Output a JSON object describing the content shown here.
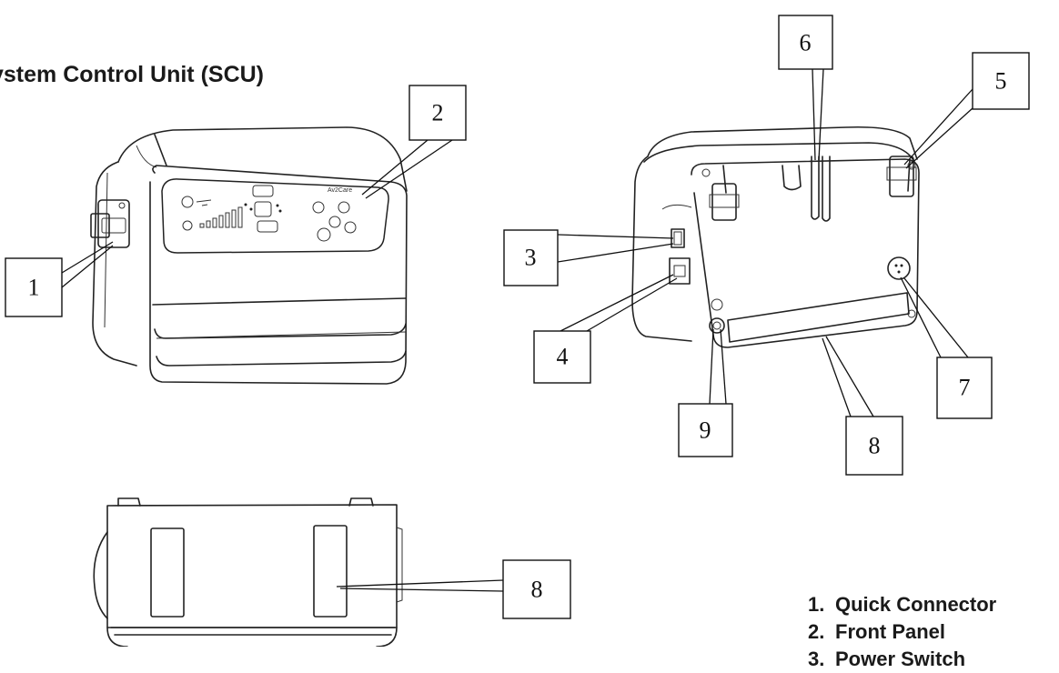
{
  "title": "ystem Control Unit (SCU)",
  "front_panel": {
    "brand": "Av2Care"
  },
  "callouts": [
    "1",
    "2",
    "3",
    "4",
    "5",
    "6",
    "7",
    "8",
    "9",
    "8"
  ],
  "legend": [
    {
      "num": "1.",
      "label": "Quick Connector"
    },
    {
      "num": "2.",
      "label": "Front Panel"
    },
    {
      "num": "3.",
      "label": "Power Switch"
    }
  ]
}
